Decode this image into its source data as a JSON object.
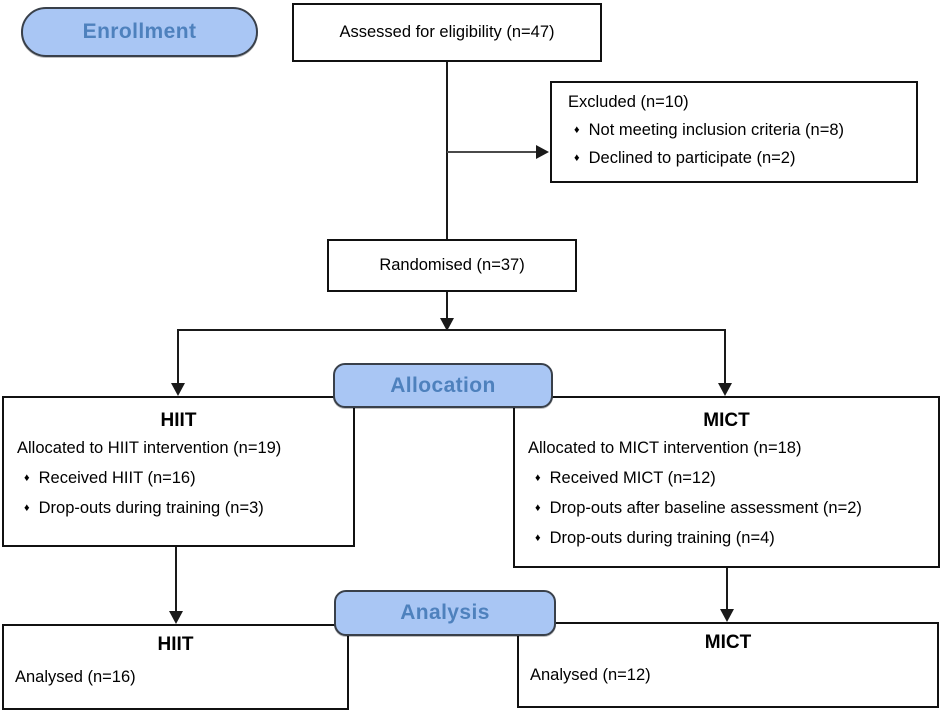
{
  "stages": {
    "enrollment": "Enrollment",
    "allocation": "Allocation",
    "analysis": "Analysis"
  },
  "boxes": {
    "assessed": "Assessed for eligibility (n=47)",
    "excluded": {
      "title": "Excluded (n=10)",
      "bullets": [
        "Not meeting inclusion criteria (n=8)",
        "Declined to participate (n=2)"
      ]
    },
    "randomised": "Randomised (n=37)",
    "hiit_allocation": {
      "title": "HIIT",
      "line": "Allocated to HIIT intervention (n=19)",
      "bullets": [
        "Received HIIT (n=16)",
        "Drop-outs during training (n=3)"
      ]
    },
    "mict_allocation": {
      "title": "MICT",
      "line": "Allocated to MICT intervention (n=18)",
      "bullets": [
        "Received MICT (n=12)",
        "Drop-outs after baseline assessment (n=2)",
        "Drop-outs during training (n=4)"
      ]
    },
    "hiit_analysis": {
      "title": "HIIT",
      "line": "Analysed (n=16)"
    },
    "mict_analysis": {
      "title": "MICT",
      "line": "Analysed (n=12)"
    }
  },
  "bullet_icon": "♦",
  "colors": {
    "badge_fill": "#a9c6f4",
    "badge_border": "#39404a",
    "badge_text": "#4e81bd",
    "box_border": "#111111",
    "box_background": "#ffffff",
    "connector": "#1a1a1a"
  }
}
